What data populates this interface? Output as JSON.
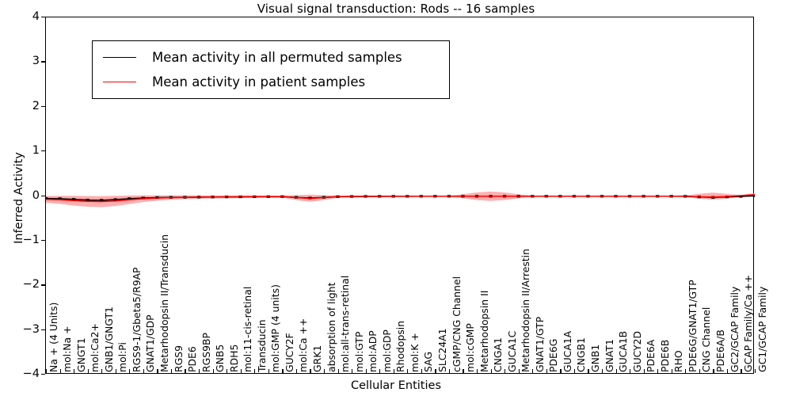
{
  "chart_data": {
    "type": "line",
    "title": "Visual signal transduction: Rods -- 16 samples",
    "xlabel": "Cellular Entities",
    "ylabel": "Inferred Activity",
    "ylim": [
      -4,
      4
    ],
    "yticks": [
      -4,
      -3,
      -2,
      -1,
      0,
      1,
      2,
      3,
      4
    ],
    "grid": false,
    "legend_position": "upper left",
    "sample_count": 16,
    "categories": [
      "Na + (4 Units)",
      "mol:Na +",
      "GNGT1",
      "mol:Ca2+",
      "GNB1/GNGT1",
      "mol:Pi",
      "RGS9-1/Gbeta5/R9AP",
      "GNAT1/GDP",
      "Metarhodopsin II/Transducin",
      "RGS9",
      "PDE6",
      "RGS9BP",
      "GNB5",
      "RDH5",
      "mol:11-cis-retinal",
      "Transducin",
      "mol:GMP (4 units)",
      "GUCY2F",
      "mol:Ca ++",
      "GRK1",
      "absorption of light",
      "mol:all-trans-retinal",
      "mol:GTP",
      "mol:ADP",
      "mol:GDP",
      "Rhodopsin",
      "mol:K +",
      "SAG",
      "SLC24A1",
      "cGMP/CNG Channel",
      "mol:cGMP",
      "Metarhodopsin II",
      "CNGA1",
      "GUCA1C",
      "Metarhodopsin II/Arrestin",
      "GNAT1/GTP",
      "PDE6G",
      "GUCA1A",
      "CNGB1",
      "GNB1",
      "GNAT1",
      "GUCA1B",
      "GUCY2D",
      "PDE6A",
      "PDE6B",
      "RHO",
      "PDE6G/GNAT1/GTP",
      "CNG Channel",
      "PDE6A/B",
      "GC2/GCAP Family",
      "GCAP Family/Ca ++",
      "GC1/GCAP Family"
    ],
    "series": [
      {
        "name": "Mean activity in all permuted samples",
        "color": "#000000",
        "band_color": "#c8c8c8",
        "marker": "dotted",
        "values": [
          -0.055,
          -0.06,
          -0.075,
          -0.09,
          -0.095,
          -0.08,
          -0.06,
          -0.045,
          -0.035,
          -0.03,
          -0.028,
          -0.025,
          -0.022,
          -0.02,
          -0.018,
          -0.016,
          -0.014,
          -0.013,
          -0.03,
          -0.045,
          -0.03,
          -0.014,
          -0.01,
          -0.008,
          -0.007,
          -0.006,
          -0.006,
          -0.005,
          -0.005,
          -0.005,
          -0.005,
          -0.005,
          -0.005,
          -0.005,
          -0.005,
          -0.005,
          -0.005,
          -0.005,
          -0.005,
          -0.005,
          -0.005,
          -0.005,
          -0.005,
          -0.005,
          -0.005,
          -0.005,
          -0.006,
          -0.02,
          -0.03,
          -0.02,
          -0.008,
          0.005
        ],
        "band_lower": [
          -0.095,
          -0.1,
          -0.12,
          -0.14,
          -0.15,
          -0.13,
          -0.105,
          -0.085,
          -0.07,
          -0.06,
          -0.055,
          -0.05,
          -0.045,
          -0.042,
          -0.04,
          -0.038,
          -0.035,
          -0.033,
          -0.055,
          -0.075,
          -0.055,
          -0.033,
          -0.028,
          -0.025,
          -0.023,
          -0.022,
          -0.021,
          -0.02,
          -0.02,
          -0.02,
          -0.02,
          -0.02,
          -0.02,
          -0.02,
          -0.02,
          -0.02,
          -0.02,
          -0.02,
          -0.02,
          -0.02,
          -0.02,
          -0.02,
          -0.02,
          -0.02,
          -0.02,
          -0.02,
          -0.022,
          -0.045,
          -0.06,
          -0.045,
          -0.028,
          -0.015
        ],
        "band_upper": [
          -0.015,
          -0.02,
          -0.03,
          -0.04,
          -0.042,
          -0.032,
          -0.018,
          -0.008,
          0.0,
          0.002,
          0.003,
          0.004,
          0.005,
          0.005,
          0.005,
          0.005,
          0.005,
          0.005,
          -0.005,
          -0.015,
          -0.005,
          0.005,
          0.008,
          0.009,
          0.01,
          0.01,
          0.01,
          0.01,
          0.01,
          0.01,
          0.01,
          0.01,
          0.01,
          0.01,
          0.01,
          0.01,
          0.01,
          0.01,
          0.01,
          0.01,
          0.01,
          0.01,
          0.01,
          0.01,
          0.01,
          0.01,
          0.01,
          0.005,
          0.0,
          0.005,
          0.012,
          0.025
        ]
      },
      {
        "name": "Mean activity in patient samples",
        "color": "#ff0000",
        "band_color": "#ff9999",
        "marker": "none",
        "values": [
          -0.075,
          -0.085,
          -0.105,
          -0.12,
          -0.125,
          -0.11,
          -0.085,
          -0.06,
          -0.045,
          -0.035,
          -0.03,
          -0.026,
          -0.022,
          -0.02,
          -0.018,
          -0.016,
          -0.015,
          -0.014,
          -0.035,
          -0.055,
          -0.035,
          -0.015,
          -0.01,
          -0.008,
          -0.006,
          -0.005,
          -0.004,
          -0.004,
          -0.004,
          -0.004,
          -0.004,
          -0.004,
          -0.004,
          -0.004,
          -0.004,
          -0.004,
          -0.004,
          -0.004,
          -0.004,
          -0.004,
          -0.004,
          -0.004,
          -0.004,
          -0.004,
          -0.004,
          -0.004,
          -0.005,
          -0.018,
          -0.025,
          -0.012,
          0.008,
          0.03
        ],
        "band_lower": [
          -0.15,
          -0.175,
          -0.215,
          -0.24,
          -0.25,
          -0.225,
          -0.18,
          -0.135,
          -0.105,
          -0.085,
          -0.072,
          -0.062,
          -0.055,
          -0.05,
          -0.046,
          -0.043,
          -0.04,
          -0.038,
          -0.09,
          -0.13,
          -0.09,
          -0.04,
          -0.03,
          -0.025,
          -0.022,
          -0.02,
          -0.018,
          -0.017,
          -0.016,
          -0.016,
          -0.05,
          -0.09,
          -0.11,
          -0.09,
          -0.05,
          -0.02,
          -0.018,
          -0.017,
          -0.016,
          -0.016,
          -0.016,
          -0.016,
          -0.016,
          -0.016,
          -0.016,
          -0.016,
          -0.02,
          -0.06,
          -0.085,
          -0.055,
          -0.025,
          -0.005
        ],
        "band_upper": [
          0.0,
          0.005,
          0.005,
          0.0,
          -0.002,
          0.005,
          0.01,
          0.015,
          0.016,
          0.016,
          0.015,
          0.014,
          0.013,
          0.012,
          0.011,
          0.011,
          0.01,
          0.01,
          0.02,
          0.03,
          0.02,
          0.01,
          0.008,
          0.007,
          0.006,
          0.006,
          0.006,
          0.006,
          0.006,
          0.006,
          0.04,
          0.08,
          0.1,
          0.08,
          0.04,
          0.008,
          0.008,
          0.008,
          0.008,
          0.008,
          0.008,
          0.008,
          0.008,
          0.008,
          0.008,
          0.008,
          0.012,
          0.05,
          0.075,
          0.048,
          0.022,
          0.065
        ]
      }
    ]
  },
  "legend": {
    "entries": [
      {
        "label": "Mean activity in all permuted samples",
        "color": "#000000"
      },
      {
        "label": "Mean activity in patient samples",
        "color": "#ff0000"
      }
    ]
  }
}
